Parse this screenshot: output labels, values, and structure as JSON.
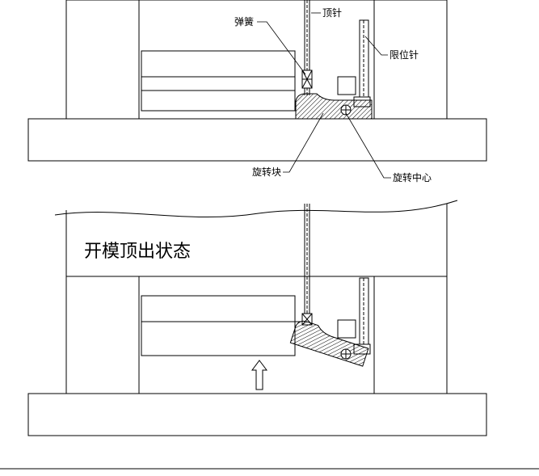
{
  "labels": {
    "spring": "弹簧",
    "ejector_pin": "顶针",
    "limit_pin": "限位针",
    "rotating_block": "旋转块",
    "rotation_center": "旋转中心",
    "title": "开模顶出状态"
  }
}
